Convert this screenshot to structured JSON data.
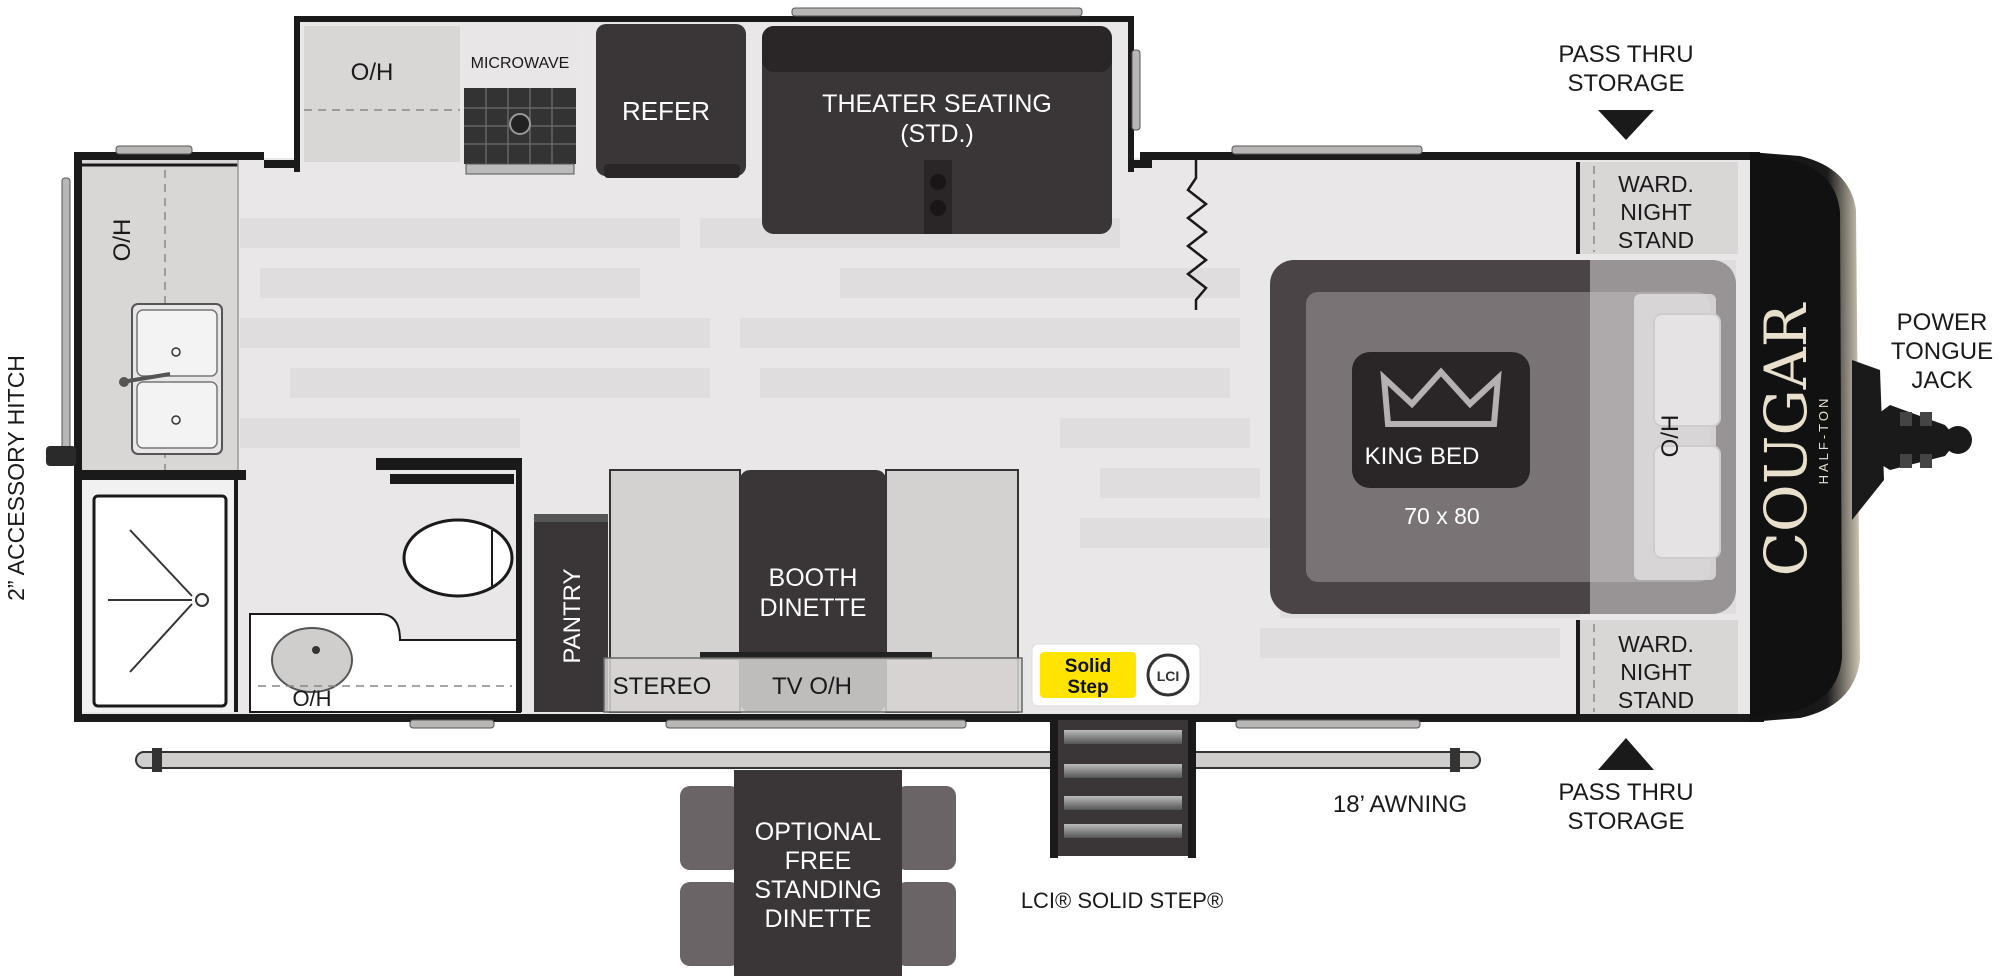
{
  "brand": {
    "model": "COUGAR",
    "submodel": "HALF-TON"
  },
  "rooms": {
    "kitchen_overhead": "O/H",
    "microwave": "MICROWAVE",
    "refer": "REFER",
    "theater_seating_line1": "THEATER SEATING",
    "theater_seating_line2": "(STD.)",
    "rear_overhead": "O/H",
    "bath_overhead": "O/H",
    "pantry": "PANTRY",
    "booth_dinette_line1": "BOOTH",
    "booth_dinette_line2": "DINETTE",
    "stereo": "STEREO",
    "tv_overhead": "TV O/H",
    "king_bed": "KING BED",
    "bed_size": "70 x 80",
    "bed_overhead": "O/H",
    "wardrobe_top": [
      "WARD.",
      "NIGHT",
      "STAND"
    ],
    "wardrobe_bottom": [
      "WARD.",
      "NIGHT",
      "STAND"
    ]
  },
  "exterior": {
    "pass_thru_top": [
      "PASS THRU",
      "STORAGE"
    ],
    "pass_thru_bottom": [
      "PASS THRU",
      "STORAGE"
    ],
    "tongue_jack": [
      "POWER",
      "TONGUE",
      "JACK"
    ],
    "accessory_hitch": "2” ACCESSORY HITCH",
    "awning": "18’ AWNING",
    "lci_step": "LCI® SOLID STEP®",
    "optional_dinette": [
      "OPTIONAL",
      "FREE",
      "STANDING",
      "DINETTE"
    ],
    "solid_step_logo_line1": "Solid",
    "solid_step_logo_line2": "Step",
    "lci_logo": "LCI"
  },
  "colors": {
    "wall": "#1a1a1a",
    "floor_light": "#e8e6e6",
    "floor_plank": "#dedcdc",
    "furniture_dark": "#3a3537",
    "furniture_mid": "#6b6466",
    "counter": "#d9d6d6",
    "bed_frame": "#4a4446",
    "bed_mattress": "#7a7375",
    "cabinet": "#cfcccc"
  }
}
